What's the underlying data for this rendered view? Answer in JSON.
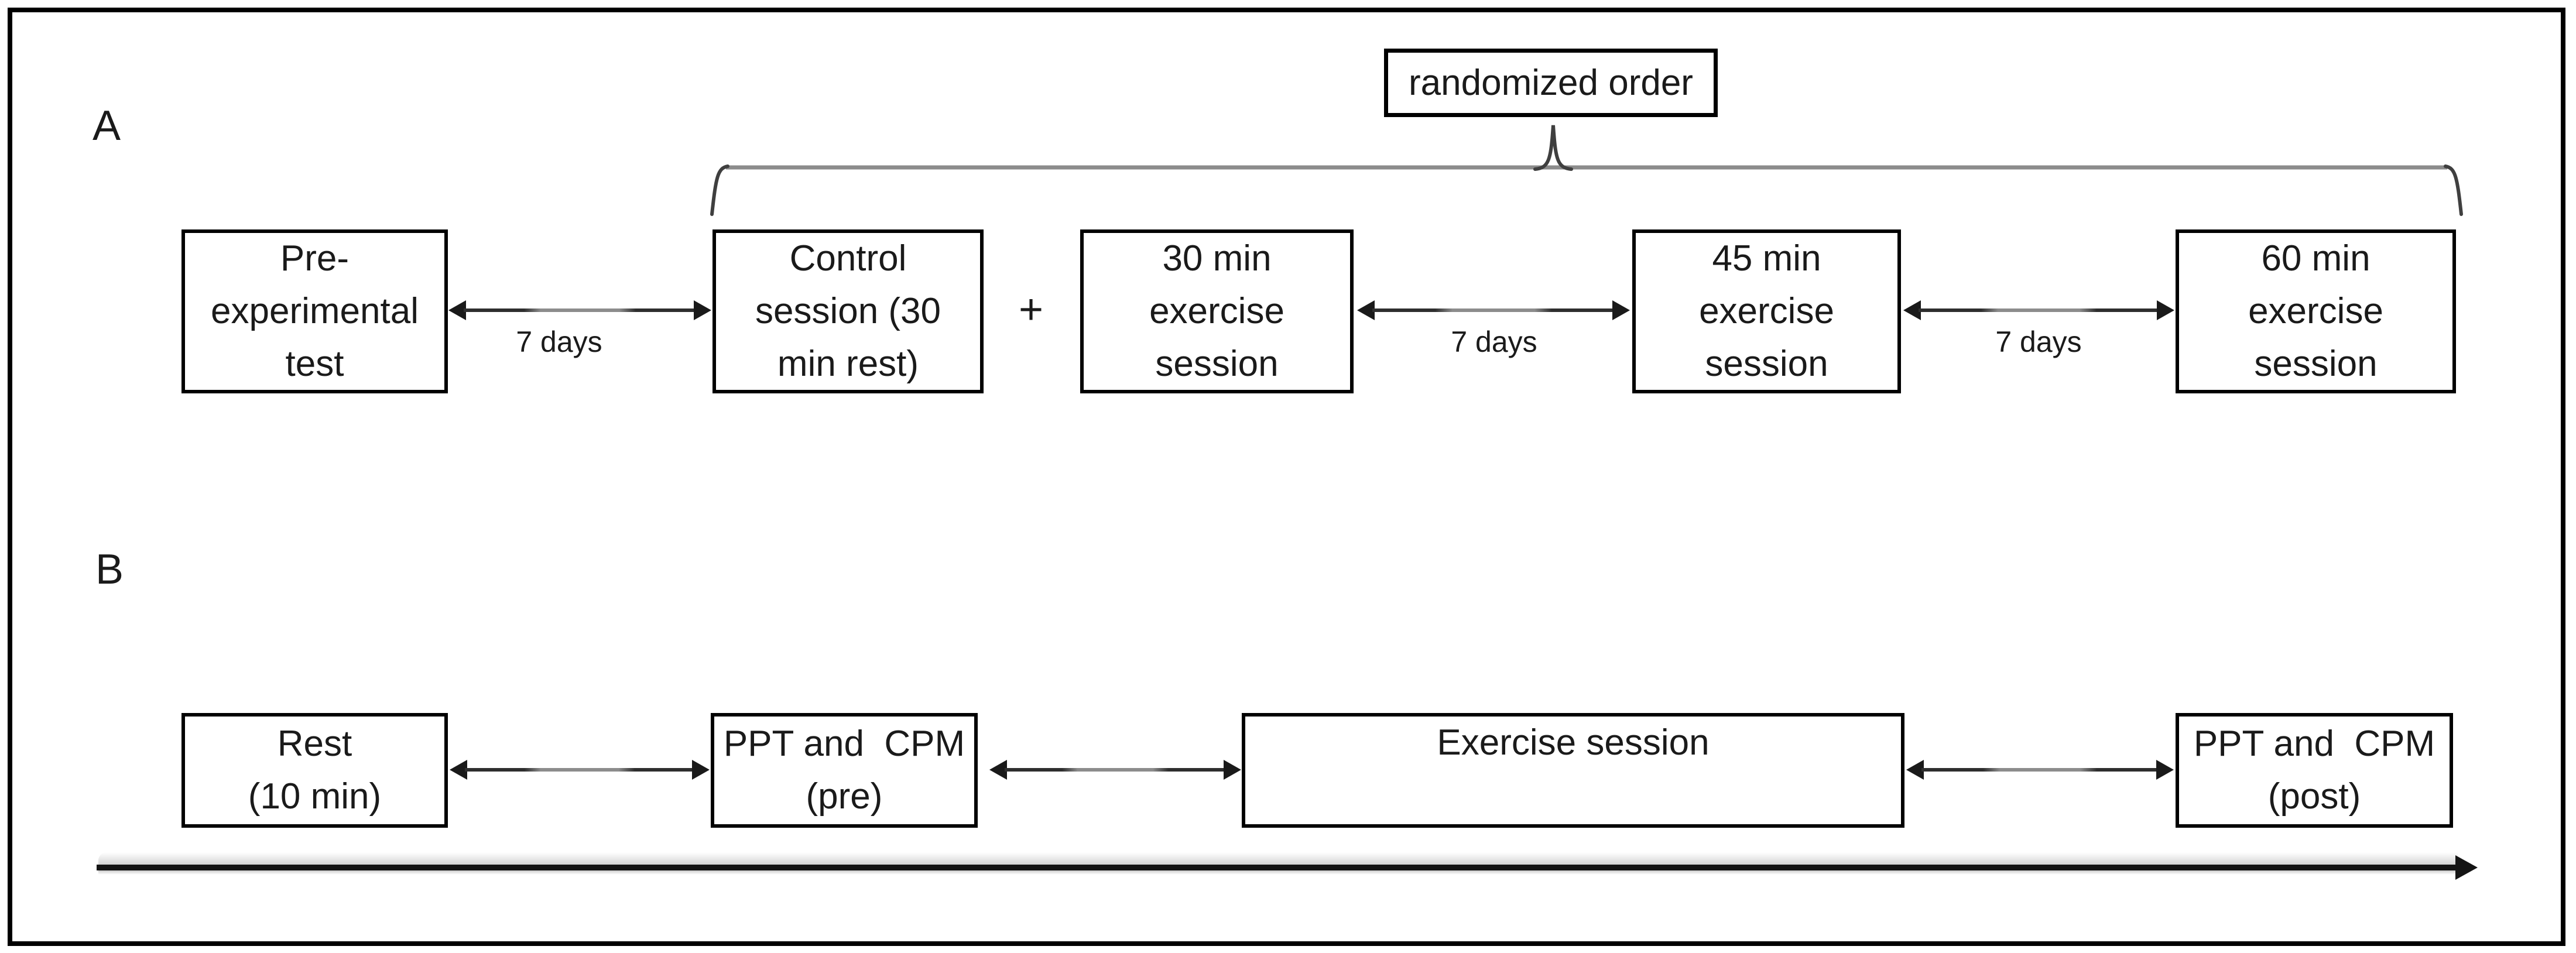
{
  "colors": {
    "background": "#ffffff",
    "ink": "#1a1a1a",
    "box_border": "#000000",
    "brace_gray": "#8c8c8c",
    "brace_dark": "#3f3f3f",
    "timeline_black": "#141414"
  },
  "panel_a": {
    "label": "A",
    "randomized_order_label": "randomized order",
    "boxes": [
      {
        "label": "Pre-\nexperimental\ntest"
      },
      {
        "label": "Control\nsession (30\nmin rest)"
      },
      {
        "label": "30 min\nexercise\nsession"
      },
      {
        "label": "45 min\nexercise\nsession"
      },
      {
        "label": "60 min\nexercise\nsession"
      }
    ],
    "plus_sign": "+",
    "interval_labels": [
      "7 days",
      "7 days",
      "7 days"
    ]
  },
  "panel_b": {
    "label": "B",
    "boxes": [
      {
        "label": "Rest\n(10 min)"
      },
      {
        "label": "PPT and  CPM\n(pre)"
      },
      {
        "label": "Exercise session"
      },
      {
        "label": "PPT and  CPM\n(post)"
      }
    ]
  }
}
